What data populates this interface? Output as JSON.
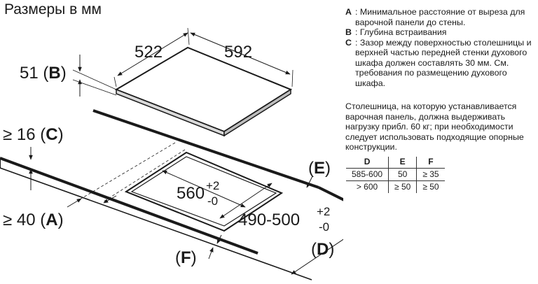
{
  "title": "Размеры в мм",
  "dimensions": {
    "hob_width": "522",
    "hob_length": "592",
    "hob_height": "51",
    "label_b": "B",
    "gap": "≥ 16",
    "label_c": "C",
    "edge": "≥ 40",
    "label_a": "A",
    "label_e": "E",
    "label_f": "F",
    "label_d": "D",
    "cutout_width_main": "560",
    "cutout_width_tol_plus": "+2",
    "cutout_width_tol_minus": "-0",
    "cutout_depth_main": "490-500",
    "cutout_depth_tol_plus": "+2",
    "cutout_depth_tol_minus": "-0",
    "paren_open": "(",
    "paren_close": ")"
  },
  "notes": [
    {
      "key": "A",
      "text": ": Минимальное расстояние от выреза для варочной панели до стены."
    },
    {
      "key": "B",
      "text": ": Глубина встраивания"
    },
    {
      "key": "C",
      "text": ": Зазор между поверхностью столешницы и верхней частью передней стенки духового шкафа должен составлять 30 мм. См. требования по размещению духового шкафа."
    }
  ],
  "worktop_note": "Столешница, на которую устанавливается варочная панель, должна выдерживать нагрузку прибл. 60 кг; при необходимости следует использовать подходящие опорные конструкции.",
  "table": {
    "headers": [
      "D",
      "E",
      "F"
    ],
    "rows": [
      [
        "585-600",
        "50",
        "≥ 35"
      ],
      [
        "> 600",
        "≥ 50",
        "≥ 50"
      ]
    ]
  }
}
